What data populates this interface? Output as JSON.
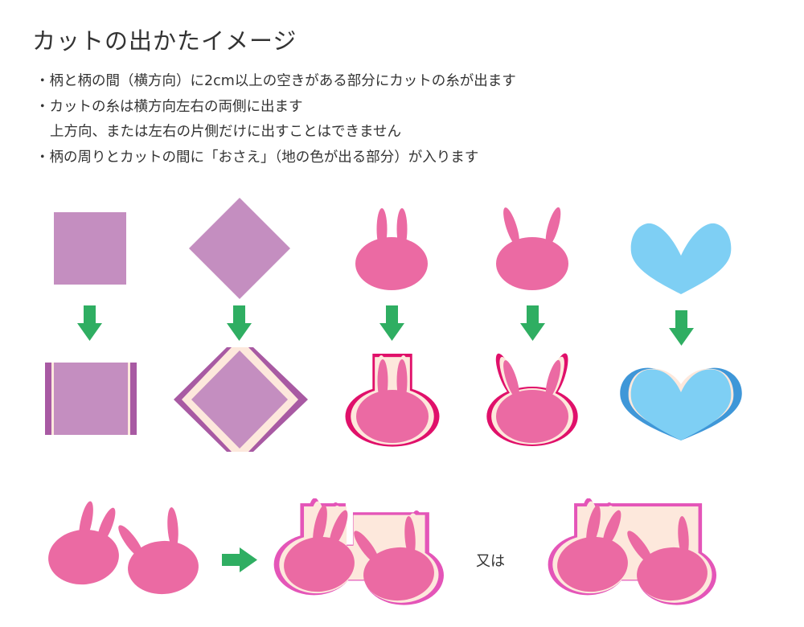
{
  "title": "カットの出かたイメージ",
  "notes": [
    "・柄と柄の間（横方向）に2cm以上の空きがある部分にカットの糸が出ます",
    "・カットの糸は横方向左右の両側に出ます",
    "上方向、または左右の片側だけに出すことはできません",
    "・柄の周りとカットの間に「おさえ」（地の色が出る部分）が入ります"
  ],
  "or_label": "又は",
  "colors": {
    "square_fill": "#c48ec0",
    "square_cut": "#a85aa3",
    "rabbit_fill": "#eb6aa3",
    "rabbit_cut": "#e0106a",
    "rabbit_cut_light": "#e455b8",
    "heart_fill": "#7ecff4",
    "heart_cut": "#3f97d8",
    "osae": "#fde8dc",
    "arrow": "#2fae62"
  },
  "icons": {
    "down_arrow": "down-arrow-icon",
    "right_arrow": "right-arrow-icon"
  }
}
